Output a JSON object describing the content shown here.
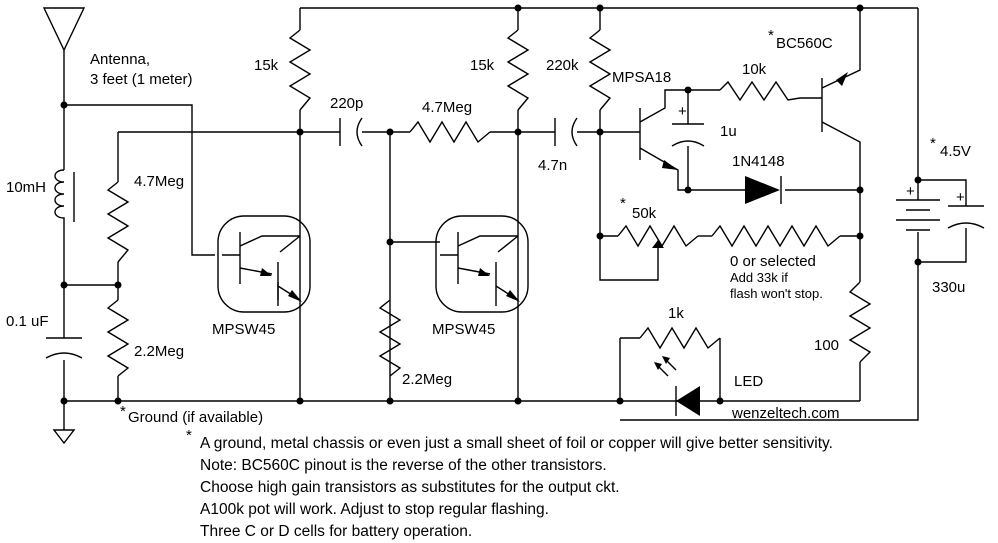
{
  "labels": {
    "antenna": "Antenna,",
    "antenna_len": "3 feet (1 meter)",
    "inductor": "10mH",
    "cap_in": "0.1 uF",
    "r_47meg_a": "4.7Meg",
    "r_22meg_a": "2.2Meg",
    "r_15k_a": "15k",
    "c_220p": "220p",
    "r_47meg_b": "4.7Meg",
    "r_15k_b": "15k",
    "r_220k": "220k",
    "q_mpsa18": "MPSA18",
    "c_47n": "4.7n",
    "c_1u": "1u",
    "r_10k": "10k",
    "q_bc560c": "BC560C",
    "star": "*",
    "d_1n4148": "1N4148",
    "pot_50k": "50k",
    "r_selected": "0 or selected",
    "note_33k_1": "Add 33k if",
    "note_33k_2": "flash won't stop.",
    "batt": "4.5V",
    "c_330u": "330u",
    "q_mpsw45_a": "MPSW45",
    "q_mpsw45_b": "MPSW45",
    "r_22meg_b": "2.2Meg",
    "r_1k": "1k",
    "r_100": "100",
    "led": "LED",
    "ground": "Ground (if available)",
    "site": "wenzeltech.com",
    "plus": "+"
  },
  "notes": [
    "A ground, metal chassis or even just a small sheet of foil or copper will give better sensitivity.",
    "Note: BC560C pinout is the reverse of the other transistors.",
    "Choose high gain transistors as substitutes for the output ckt.",
    "A100k pot will work. Adjust to stop regular flashing.",
    "Three C or D cells for battery operation."
  ]
}
